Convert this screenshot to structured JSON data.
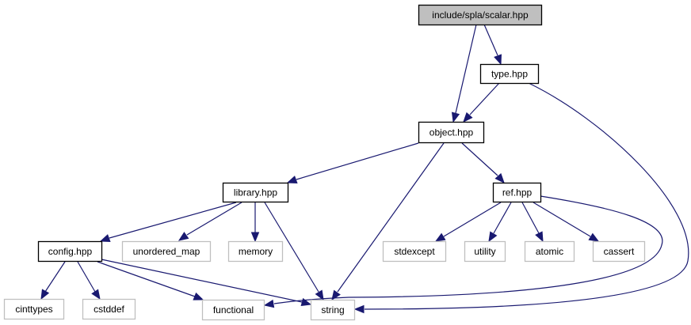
{
  "title": "include/spla/scalar.hpp",
  "colors": {
    "edge": "#191970",
    "root_fill": "#bfbfbf",
    "root_stroke": "#000000",
    "internal_fill": "#ffffff",
    "internal_stroke": "#000000",
    "external_fill": "#ffffff",
    "external_stroke": "#bfbfbf"
  },
  "nodes": [
    {
      "id": "scalar",
      "label": "include/spla/scalar.hpp",
      "kind": "root"
    },
    {
      "id": "type",
      "label": "type.hpp",
      "kind": "internal"
    },
    {
      "id": "object",
      "label": "object.hpp",
      "kind": "internal"
    },
    {
      "id": "library",
      "label": "library.hpp",
      "kind": "internal"
    },
    {
      "id": "ref",
      "label": "ref.hpp",
      "kind": "internal"
    },
    {
      "id": "config",
      "label": "config.hpp",
      "kind": "internal"
    },
    {
      "id": "unordered_map",
      "label": "unordered_map",
      "kind": "external"
    },
    {
      "id": "memory",
      "label": "memory",
      "kind": "external"
    },
    {
      "id": "stdexcept",
      "label": "stdexcept",
      "kind": "external"
    },
    {
      "id": "utility",
      "label": "utility",
      "kind": "external"
    },
    {
      "id": "atomic",
      "label": "atomic",
      "kind": "external"
    },
    {
      "id": "cassert",
      "label": "cassert",
      "kind": "external"
    },
    {
      "id": "cinttypes",
      "label": "cinttypes",
      "kind": "external"
    },
    {
      "id": "cstddef",
      "label": "cstddef",
      "kind": "external"
    },
    {
      "id": "functional",
      "label": "functional",
      "kind": "external"
    },
    {
      "id": "string",
      "label": "string",
      "kind": "external"
    }
  ],
  "edges": [
    {
      "from": "scalar",
      "to": "type"
    },
    {
      "from": "scalar",
      "to": "object"
    },
    {
      "from": "type",
      "to": "object"
    },
    {
      "from": "type",
      "to": "string"
    },
    {
      "from": "object",
      "to": "library"
    },
    {
      "from": "object",
      "to": "string"
    },
    {
      "from": "object",
      "to": "ref"
    },
    {
      "from": "library",
      "to": "config"
    },
    {
      "from": "library",
      "to": "unordered_map"
    },
    {
      "from": "library",
      "to": "memory"
    },
    {
      "from": "library",
      "to": "string"
    },
    {
      "from": "ref",
      "to": "stdexcept"
    },
    {
      "from": "ref",
      "to": "utility"
    },
    {
      "from": "ref",
      "to": "atomic"
    },
    {
      "from": "ref",
      "to": "cassert"
    },
    {
      "from": "ref",
      "to": "functional"
    },
    {
      "from": "config",
      "to": "cinttypes"
    },
    {
      "from": "config",
      "to": "cstddef"
    },
    {
      "from": "config",
      "to": "functional"
    },
    {
      "from": "config",
      "to": "string"
    }
  ]
}
